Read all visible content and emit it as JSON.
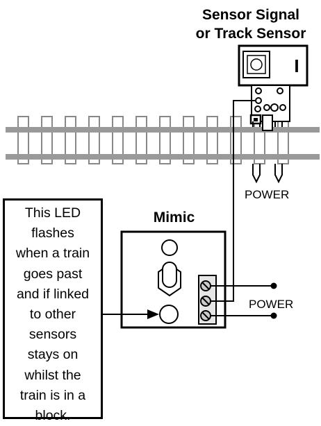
{
  "sensor_title_line1": "Sensor Signal",
  "sensor_title_line2": "or Track Sensor",
  "mimic_title": "Mimic",
  "power_label_sensor": "POWER",
  "power_label_mimic": "POWER",
  "note_lines": [
    "This LED",
    "flashes",
    "when a train",
    "goes past",
    "and if linked",
    "to other",
    "sensors",
    "stays on",
    "whilst the",
    "train is in a",
    "block."
  ],
  "sensor_switch_mark": "I"
}
